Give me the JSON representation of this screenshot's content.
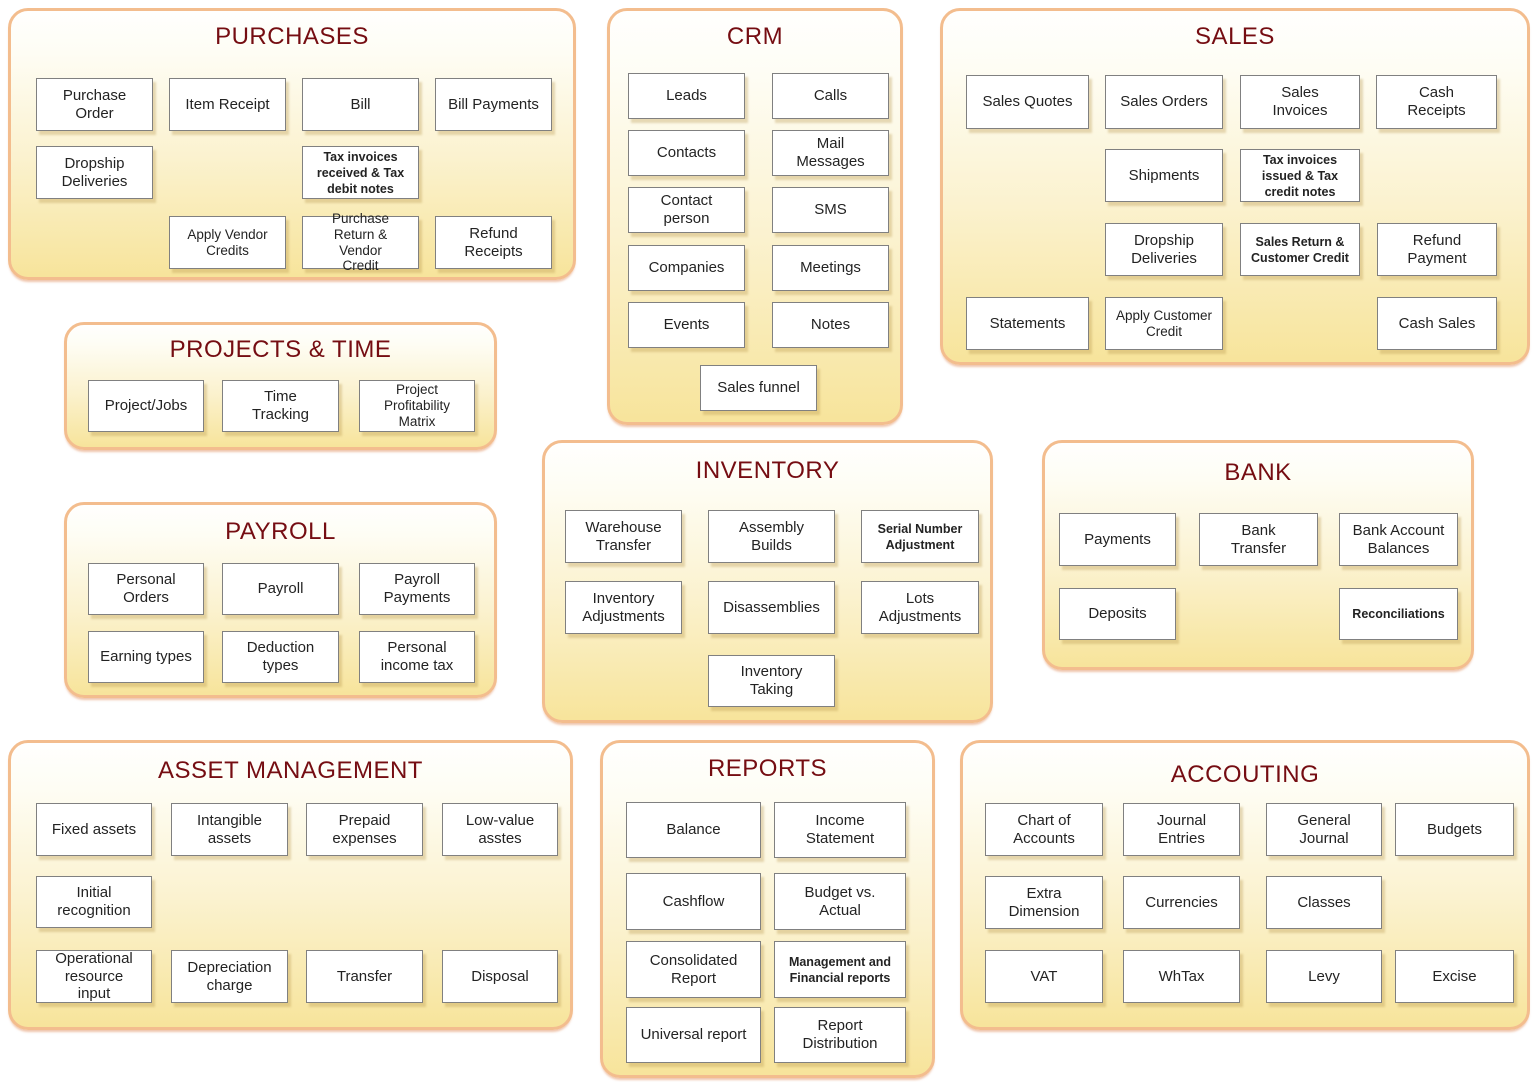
{
  "colors": {
    "panel_border": "#f3bd8e",
    "panel_bg_top": "#fffffe",
    "panel_bg_mid": "#fbf2cf",
    "panel_bg_bottom": "#f7e49b",
    "title_color": "#750d12",
    "box_border": "#808080",
    "box_text": "#232323"
  },
  "panels": {
    "purchases": {
      "title": "PURCHASES",
      "items": [
        "Purchase\nOrder",
        "Item Receipt",
        "Bill",
        "Bill Payments",
        "Dropship\nDeliveries",
        "Tax invoices\nreceived & Tax\ndebit notes",
        "Apply Vendor\nCredits",
        "Purchase\nReturn & Vendor\nCredit",
        "Refund\nReceipts"
      ]
    },
    "crm": {
      "title": "CRM",
      "items": [
        "Leads",
        "Calls",
        "Contacts",
        "Mail\nMessages",
        "Contact\nperson",
        "SMS",
        "Companies",
        "Meetings",
        "Events",
        "Notes",
        "Sales funnel"
      ]
    },
    "sales": {
      "title": "SALES",
      "items": [
        "Sales Quotes",
        "Sales Orders",
        "Sales\nInvoices",
        "Cash\nReceipts",
        "Shipments",
        "Tax invoices\nissued & Tax\ncredit notes",
        "Dropship\nDeliveries",
        "Sales Return &\nCustomer Credit",
        "Refund\nPayment",
        "Statements",
        "Apply Customer\nCredit",
        "Cash Sales"
      ]
    },
    "projects_time": {
      "title": "PROJECTS & TIME",
      "items": [
        "Project/Jobs",
        "Time\nTracking",
        "Project\nProfitability\nMatrix"
      ]
    },
    "payroll": {
      "title": "PAYROLL",
      "items": [
        "Personal\nOrders",
        "Payroll",
        "Payroll\nPayments",
        "Earning types",
        "Deduction\ntypes",
        "Personal\nincome tax"
      ]
    },
    "inventory": {
      "title": "INVENTORY",
      "items": [
        "Warehouse\nTransfer",
        "Assembly\nBuilds",
        "Serial Number\nAdjustment",
        "Inventory\nAdjustments",
        "Disassemblies",
        "Lots\nAdjustments",
        "Inventory\nTaking"
      ]
    },
    "bank": {
      "title": "BANK",
      "items": [
        "Payments",
        "Bank\nTransfer",
        "Bank Account\nBalances",
        "Deposits",
        "Reconciliations"
      ]
    },
    "asset_management": {
      "title": "ASSET MANAGEMENT",
      "items": [
        "Fixed assets",
        "Intangible\nassets",
        "Prepaid\nexpenses",
        "Low-value\nasstes",
        "Initial\nrecognition",
        "Operational\nresource\ninput",
        "Depreciation\ncharge",
        "Transfer",
        "Disposal"
      ]
    },
    "reports": {
      "title": "REPORTS",
      "items": [
        "Balance",
        "Income\nStatement",
        "Cashflow",
        "Budget vs.\nActual",
        "Consolidated\nReport",
        "Management and\nFinancial reports",
        "Universal report",
        "Report\nDistribution"
      ]
    },
    "accouting": {
      "title": "ACCOUTING",
      "items": [
        "Chart of\nAccounts",
        "Journal\nEntries",
        "General\nJournal",
        "Budgets",
        "Extra\nDimension",
        "Currencies",
        "Classes",
        "VAT",
        "WhTax",
        "Levy",
        "Excise"
      ]
    }
  }
}
